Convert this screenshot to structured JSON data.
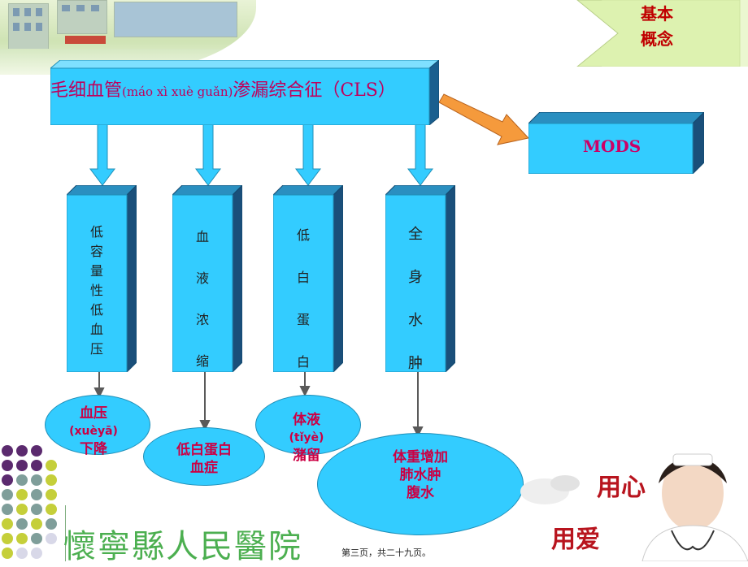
{
  "tag": {
    "line1": "基本",
    "line2": "概念"
  },
  "main": {
    "cls_title": "毛细血管",
    "cls_pinyin": "(máo xì xuè guǎn)",
    "cls_rest": "渗漏综合征（CLS）"
  },
  "mods": {
    "label": "MODS"
  },
  "columns": [
    {
      "text": "低容量性低血压"
    },
    {
      "text": "血液浓缩"
    },
    {
      "text": "低白蛋白"
    },
    {
      "text": "全身水肿"
    }
  ],
  "outcomes": [
    {
      "line1": "血压",
      "line2": "(xuèyā)",
      "line3": "下降"
    },
    {
      "line1": "低白蛋白",
      "line2": "血症"
    },
    {
      "line1": "体液",
      "line2": "(tǐyè)",
      "line3": "潴留"
    },
    {
      "line1": "体重增加",
      "line2": "肺水肿",
      "line3": "腹水"
    }
  ],
  "branding": {
    "hospital_name": "懷寧縣人民醫院"
  },
  "decor": {
    "word1": "用心",
    "word2": "用爱"
  },
  "footer": {
    "page_info": "第三页，共二十九页。"
  },
  "colors": {
    "box": "#33ccff",
    "accent_text": "#cc0066",
    "arrow_orange": "#f59a3c",
    "tag_green": "#ddf2b0"
  }
}
